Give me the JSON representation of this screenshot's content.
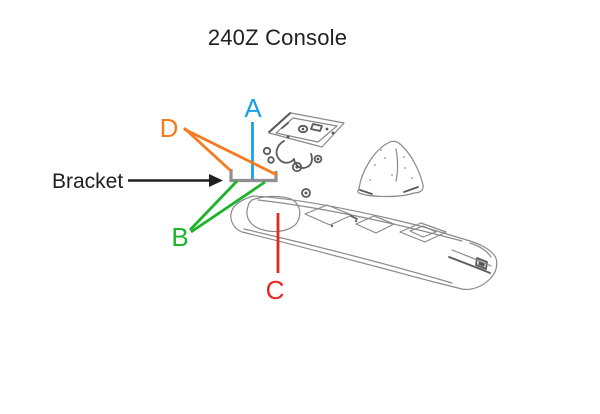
{
  "title": "240Z Console",
  "callouts": {
    "a": {
      "label": "A"
    },
    "b": {
      "label": "B"
    },
    "c": {
      "label": "C"
    },
    "d": {
      "label": "D"
    },
    "bracket": {
      "label": "Bracket"
    }
  },
  "colors": {
    "a_blue": "#18a0e8",
    "b_green": "#1db32c",
    "c_red": "#e52525",
    "d_orange": "#f57a20",
    "arrow_black": "#1f1f1f",
    "bracket_gray": "#8f8f8f",
    "drawing_gray": "#8a8a8a"
  }
}
